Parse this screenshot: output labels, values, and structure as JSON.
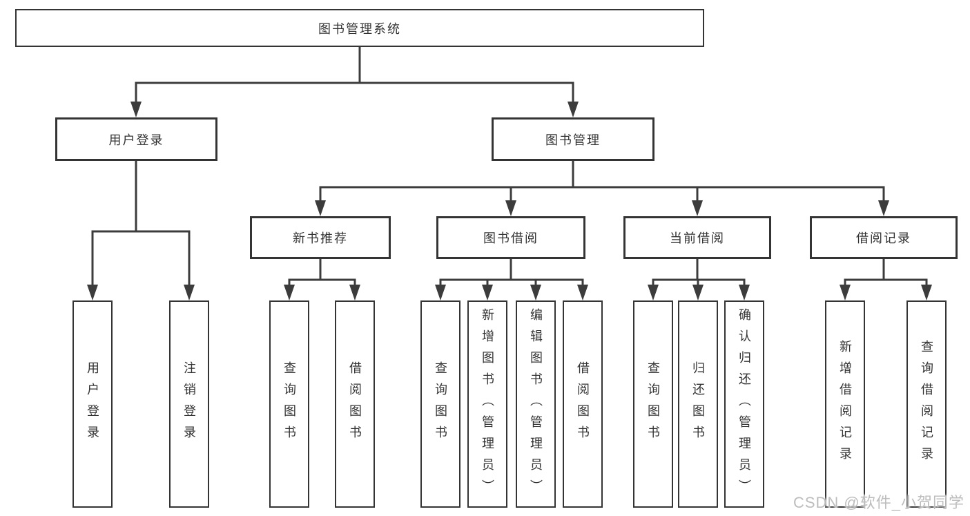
{
  "diagram": {
    "root": {
      "label": "图书管理系统"
    },
    "branches": [
      {
        "label": "用户登录",
        "children": [
          {
            "label": "用户登录"
          },
          {
            "label": "注销登录"
          }
        ]
      },
      {
        "label": "图书管理",
        "children": [
          {
            "label": "新书推荐",
            "children": [
              {
                "label": "查询图书"
              },
              {
                "label": "借阅图书"
              }
            ]
          },
          {
            "label": "图书借阅",
            "children": [
              {
                "label": "查询图书"
              },
              {
                "label": "新增图书（管理员）"
              },
              {
                "label": "编辑图书（管理员）"
              },
              {
                "label": "借阅图书"
              }
            ]
          },
          {
            "label": "当前借阅",
            "children": [
              {
                "label": "查询图书"
              },
              {
                "label": "归还图书"
              },
              {
                "label": "确认归还（管理员）"
              }
            ]
          },
          {
            "label": "借阅记录",
            "children": [
              {
                "label": "新增借阅记录"
              },
              {
                "label": "查询借阅记录"
              }
            ]
          }
        ]
      }
    ]
  },
  "watermark": {
    "text": "CSDN @软件_小贺同学"
  },
  "colors": {
    "line": "#3c3c3c",
    "box_border": "#343434",
    "text": "#333333",
    "watermark": "#bdbdbd",
    "background": "#ffffff"
  }
}
